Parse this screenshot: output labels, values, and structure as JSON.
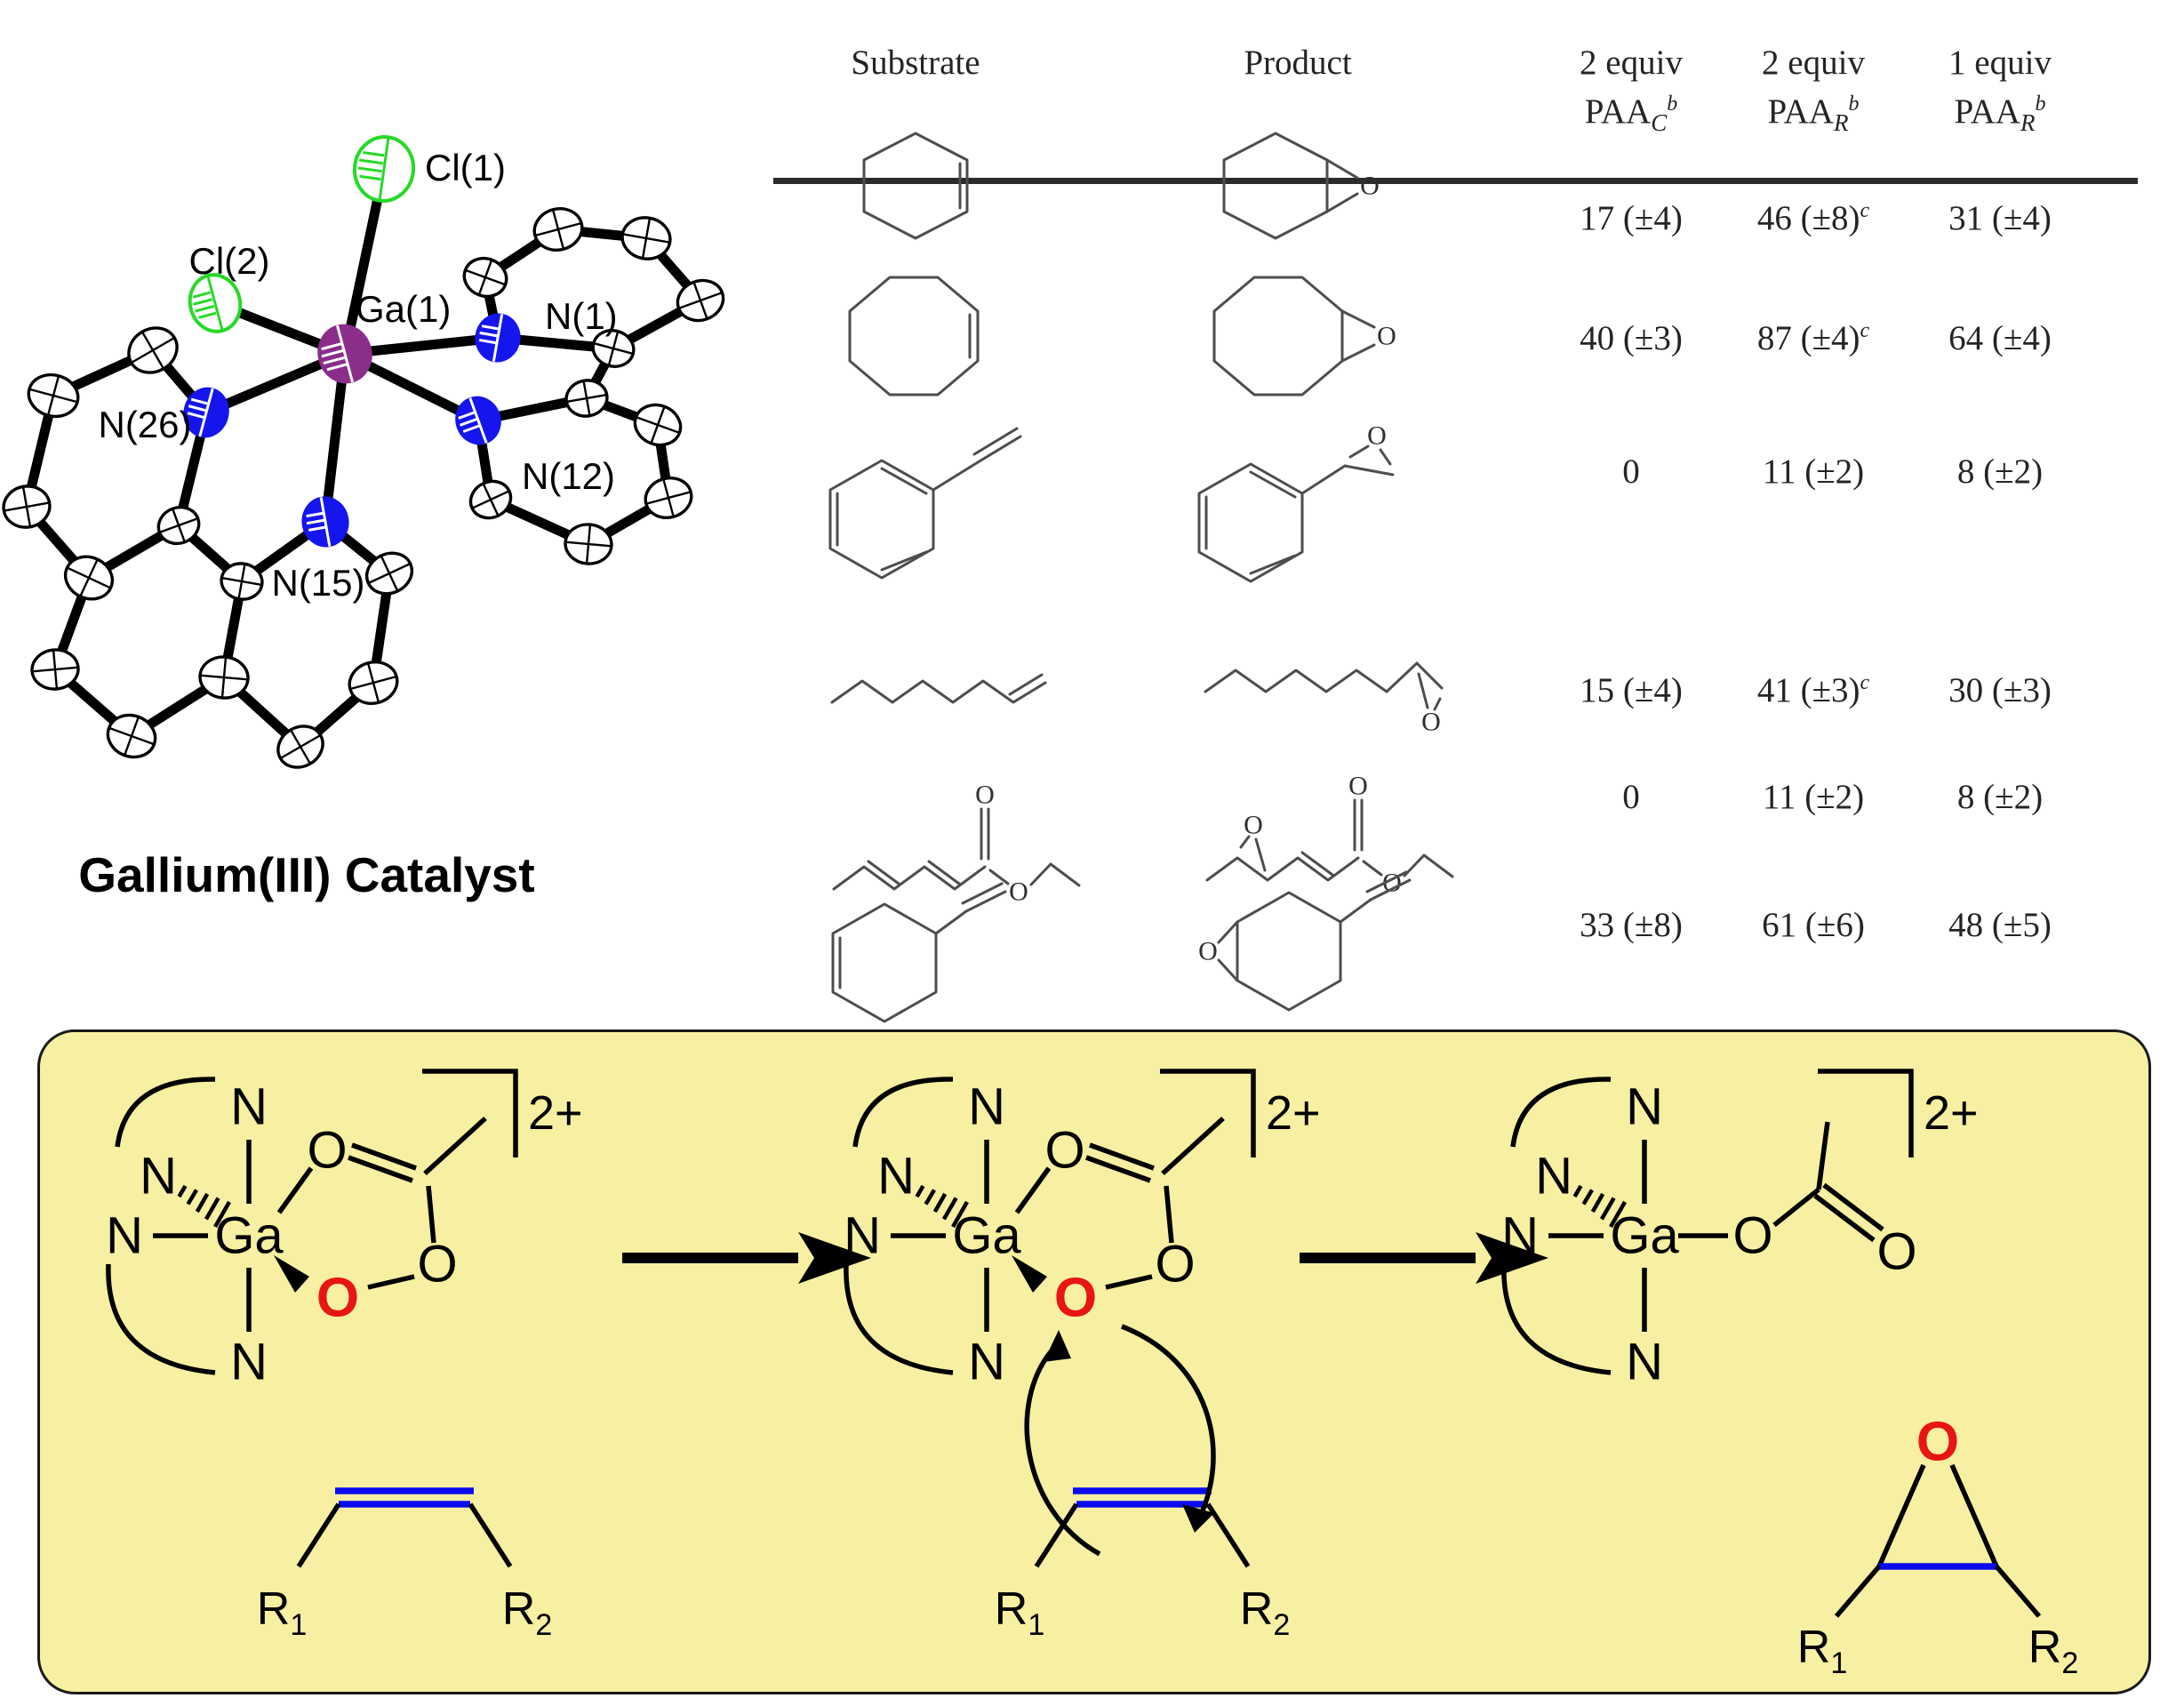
{
  "glyphs": {
    "O": "O"
  },
  "ortep": {
    "caption": "Gallium(III) Catalyst",
    "labels": {
      "cl1": "Cl(1)",
      "cl2": "Cl(2)",
      "ga": "Ga(1)",
      "n1": "N(1)",
      "n12": "N(12)",
      "n26": "N(26)",
      "n15": "N(15)"
    },
    "colors": {
      "gallium": "#8A2E8A",
      "chlorine": "#26D926",
      "nitrogen": "#1515EE",
      "carbon": "#FFFFFF",
      "bond": "#000000"
    }
  },
  "table": {
    "headers": {
      "substrate": "Substrate",
      "product": "Product",
      "cols": [
        {
          "equiv": "2 equiv",
          "acronym": "PAA",
          "sub": "C",
          "sup": "b"
        },
        {
          "equiv": "2 equiv",
          "acronym": "PAA",
          "sub": "R",
          "sup": "b"
        },
        {
          "equiv": "1 equiv",
          "acronym": "PAA",
          "sub": "R",
          "sup": "b"
        }
      ]
    },
    "rows": [
      {
        "substrate": "cyclohexene",
        "product": "cyclohexene-oxide",
        "paac2": "17 (±4)",
        "paac2_sup": "",
        "paar2": "46 (±8)",
        "paar2_sup": "c",
        "paar1": "31 (±4)",
        "paar1_sup": ""
      },
      {
        "substrate": "cyclooctene",
        "product": "cyclooctene-oxide",
        "paac2": "40 (±3)",
        "paac2_sup": "",
        "paar2": "87 (±4)",
        "paar2_sup": "c",
        "paar1": "64 (±4)",
        "paar1_sup": ""
      },
      {
        "substrate": "styrene",
        "product": "styrene-oxide",
        "paac2": "0",
        "paac2_sup": "",
        "paar2": "11 (±2)",
        "paar2_sup": "",
        "paar1": "8 (±2)",
        "paar1_sup": ""
      },
      {
        "substrate": "1-octene",
        "product": "1,2-epoxyoctane",
        "paac2": "15 (±4)",
        "paac2_sup": "",
        "paar2": "41 (±3)",
        "paar2_sup": "c",
        "paar1": "30 (±3)",
        "paar1_sup": ""
      },
      {
        "substrate": "ethyl-sorbate",
        "product": "ethyl-4,5-epoxyhex-2-enoate",
        "paac2": "0",
        "paac2_sup": "",
        "paar2": "11 (±2)",
        "paar2_sup": "",
        "paar1": "8 (±2)",
        "paar1_sup": ""
      },
      {
        "substrate": "4-vinylcyclohexene",
        "product": "4-vinylcyclohexene-oxide",
        "paac2": "33 (±8)",
        "paac2_sup": "",
        "paar2": "61 (±6)",
        "paar2_sup": "",
        "paar1": "48 (±5)",
        "paar1_sup": ""
      }
    ]
  },
  "mechanism": {
    "charge": "2+",
    "n": "N",
    "ga": "Ga",
    "o": "O",
    "peroxo_o": "O",
    "r_base": "R",
    "r1_sub": "1",
    "r2_sub": "2",
    "colors": {
      "box_fill": "#F7EFA2",
      "box_border": "#1A1A1A",
      "peroxo_red": "#E81515",
      "alkene_blue": "#0B0BEF"
    }
  }
}
